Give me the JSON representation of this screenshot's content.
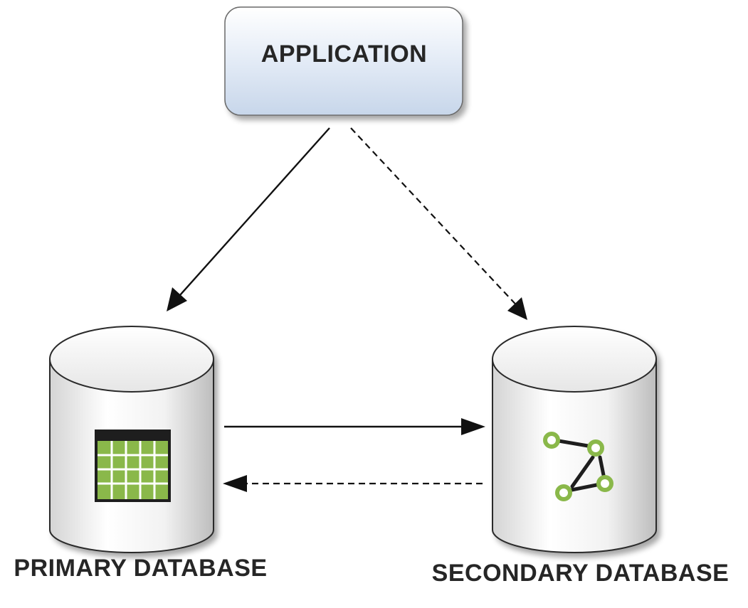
{
  "application": {
    "label": "APPLICATION"
  },
  "primary_database": {
    "label": "PRIMARY DATABASE",
    "icon": "table-grid-icon"
  },
  "secondary_database": {
    "label": "SECONDARY DATABASE",
    "icon": "graph-nodes-icon"
  },
  "connections": [
    {
      "from": "application",
      "to": "primary_database",
      "style": "solid"
    },
    {
      "from": "application",
      "to": "secondary_database",
      "style": "dashed"
    },
    {
      "from": "primary_database",
      "to": "secondary_database",
      "style": "solid"
    },
    {
      "from": "secondary_database",
      "to": "primary_database",
      "style": "dashed"
    }
  ],
  "colors": {
    "app_box_top": "#ffffff",
    "app_box_bottom": "#c9d7ea",
    "cylinder_light": "#ffffff",
    "cylinder_dark": "#cfcfcf",
    "outline": "#2a2a2a",
    "icon_green": "#8ab84a",
    "icon_dark": "#1e1e1e"
  }
}
